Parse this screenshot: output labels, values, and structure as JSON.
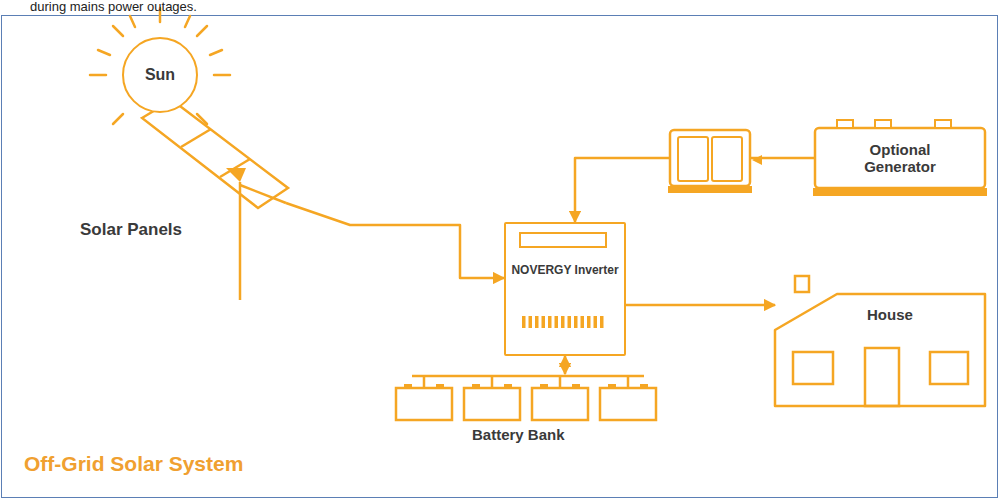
{
  "diagram": {
    "title": "Off-Grid Solar System",
    "nodes": [
      {
        "text": [
          "Sun"
        ]
      },
      {
        "text": [
          "Solar Panels"
        ]
      },
      {
        "text": [
          "Optional Generator"
        ]
      },
      {
        "text": [
          "NOVERGY Inverter"
        ]
      },
      {
        "text": [
          "House"
        ]
      },
      {
        "text": [
          "Battery Bank"
        ]
      }
    ],
    "edges": [
      {
        "from": 1,
        "to": 3,
        "arrow": "to"
      },
      {
        "from": 2,
        "to": 3,
        "arrow": "to"
      },
      {
        "from": 3,
        "to": 4,
        "arrow": "to"
      },
      {
        "from": 3,
        "to": 5,
        "arrow": "both"
      }
    ],
    "labels": [
      "during mains power outages."
    ]
  }
}
